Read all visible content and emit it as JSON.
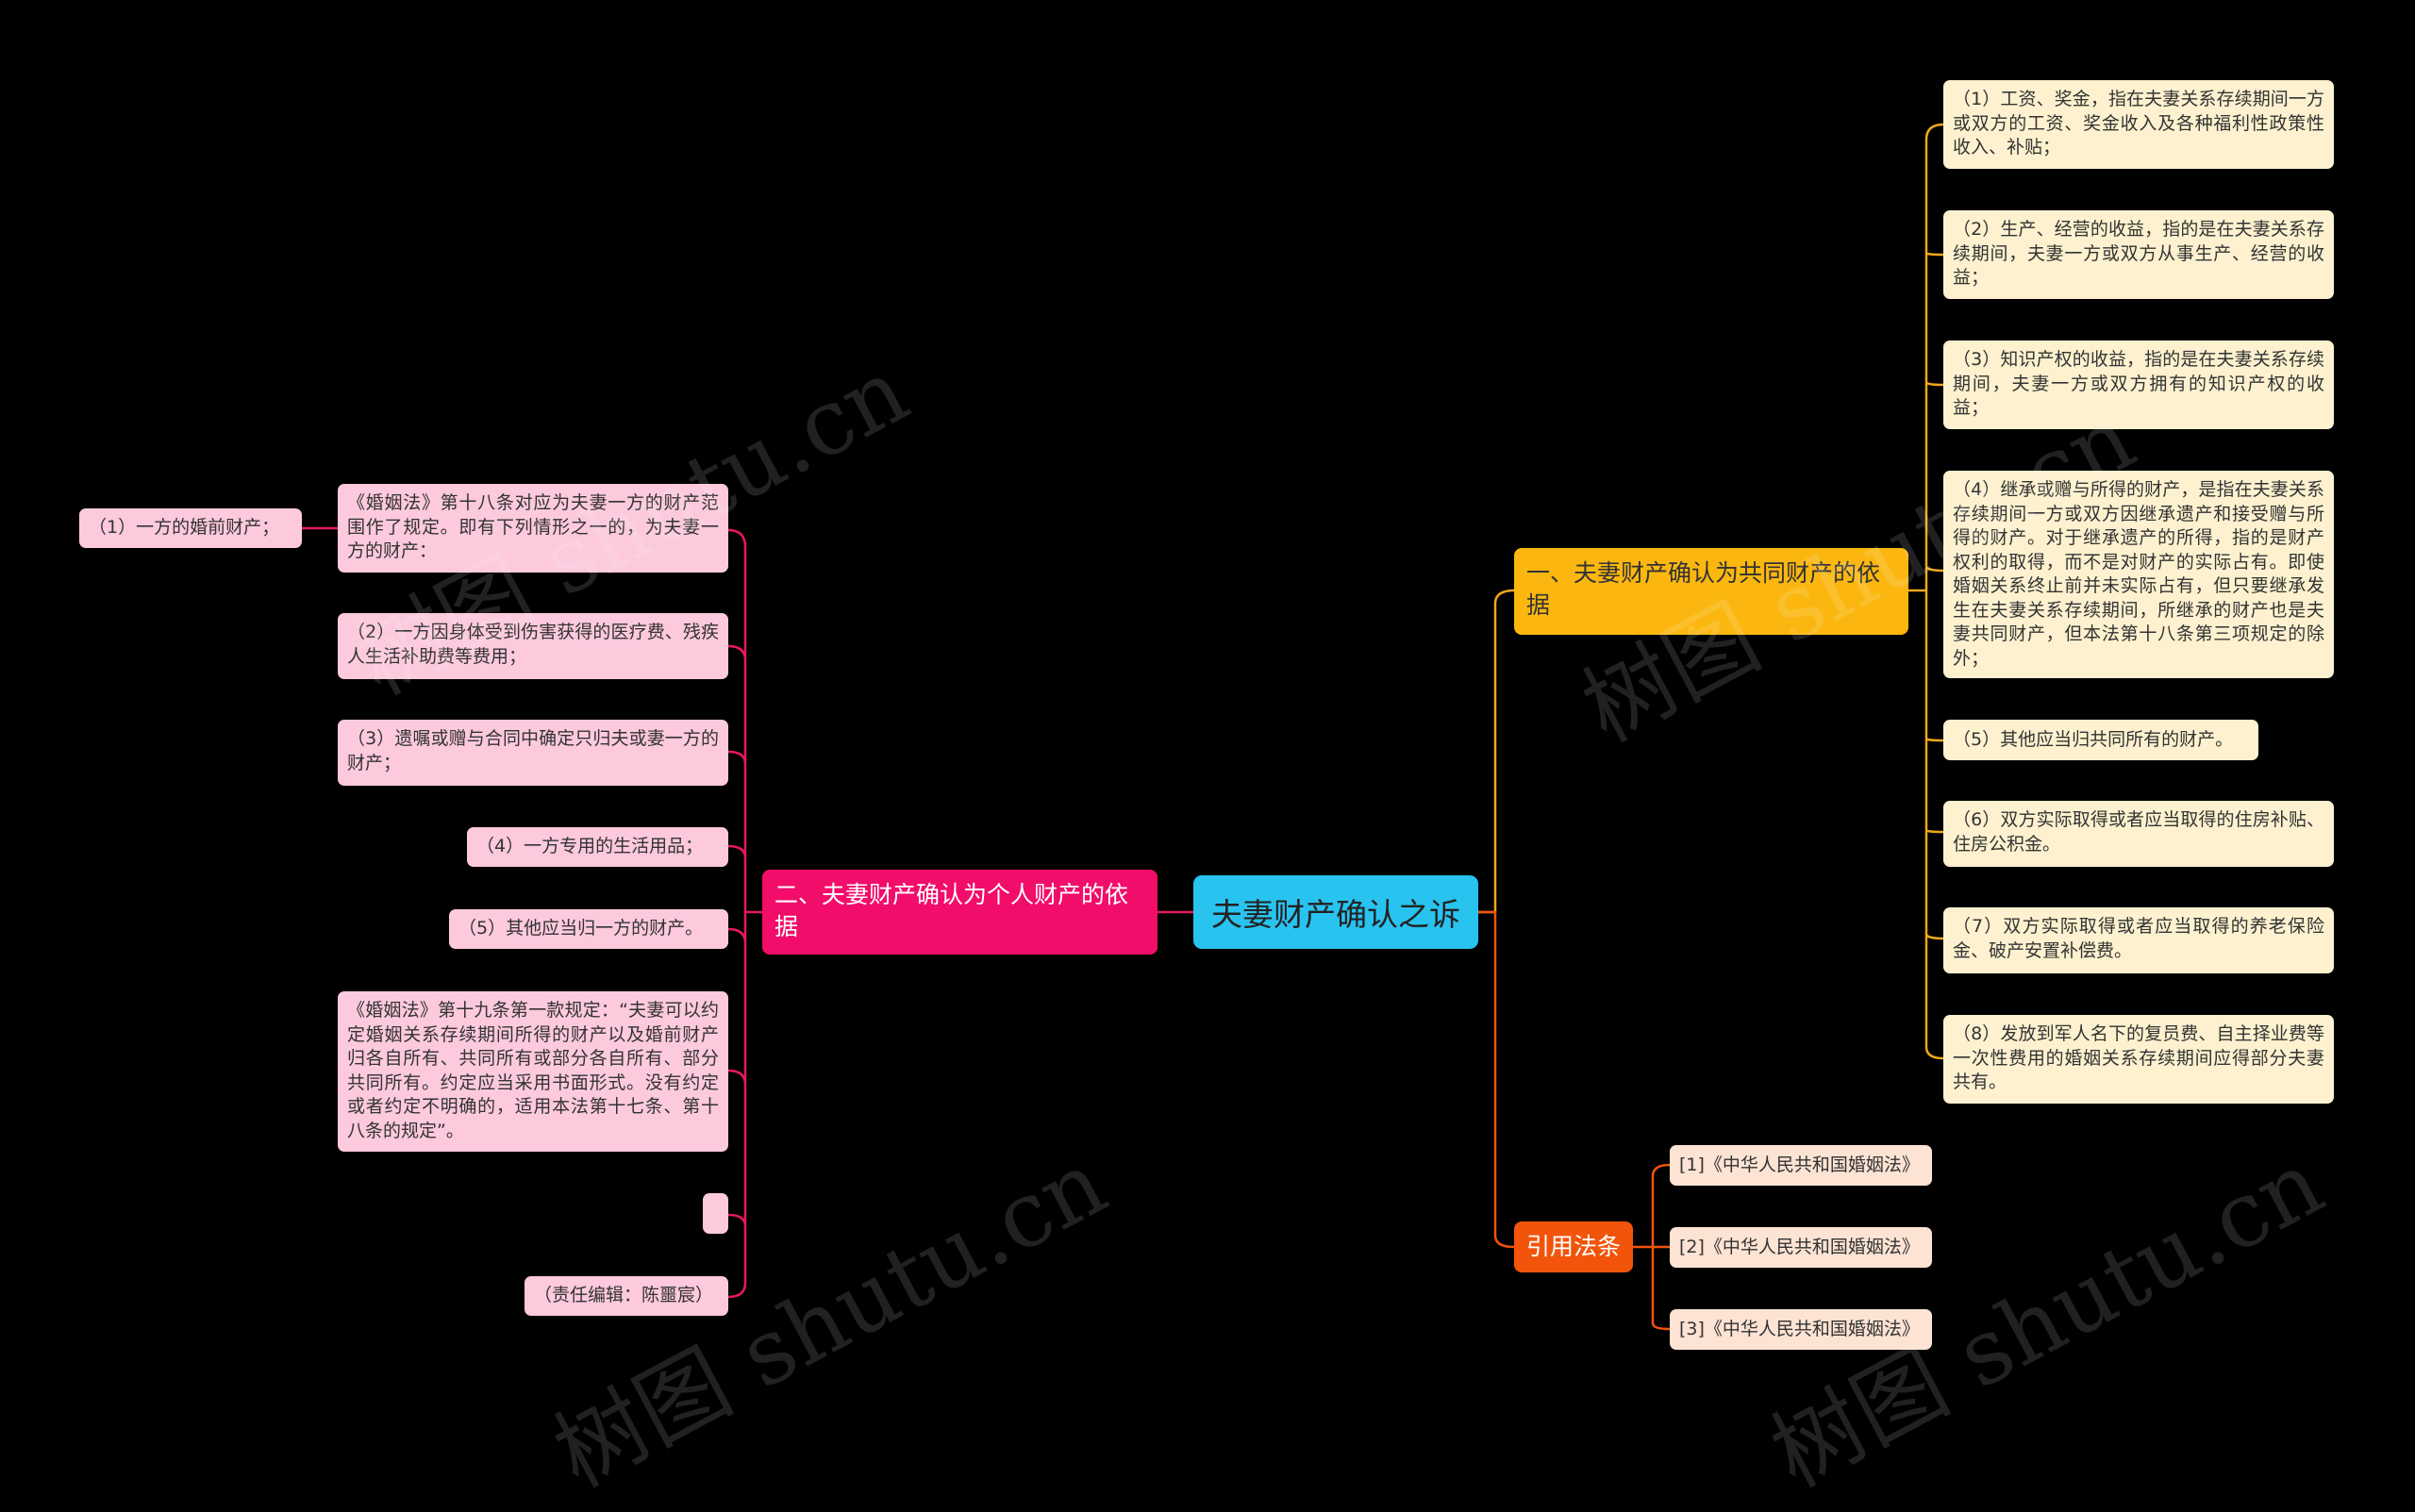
{
  "root": {
    "label": "夫妻财产确认之诉"
  },
  "left_branch": {
    "label": "二、夫妻财产确认为个人财产的依据",
    "items": [
      "《婚姻法》第十八条对应为夫妻一方的财产范围作了规定。即有下列情形之一的，为夫妻一方的财产：",
      "（2）一方因身体受到伤害获得的医疗费、残疾人生活补助费等费用；",
      "（3）遗嘱或赠与合同中确定只归夫或妻一方的财产；",
      "（4）一方专用的生活用品；",
      "（5）其他应当归一方的财产。",
      "《婚姻法》第十九条第一款规定：“夫妻可以约定婚姻关系存续期间所得的财产以及婚前财产归各自所有、共同所有或部分各自所有、部分共同所有。约定应当采用书面形式。没有约定或者约定不明确的，适用本法第十七条、第十八条的规定”。",
      "",
      "（责任编辑：陈噩宸）"
    ],
    "sub_item": "（1）一方的婚前财产；"
  },
  "right_branch": {
    "label": "一、夫妻财产确认为共同财产的依据",
    "items": [
      "（1）工资、奖金，指在夫妻关系存续期间一方或双方的工资、奖金收入及各种福利性政策性收入、补贴；",
      "（2）生产、经营的收益，指的是在夫妻关系存续期间，夫妻一方或双方从事生产、经营的收益；",
      "（3）知识产权的收益，指的是在夫妻关系存续期间，夫妻一方或双方拥有的知识产权的收益；",
      "（4）继承或赠与所得的财产，是指在夫妻关系存续期间一方或双方因继承遗产和接受赠与所得的财产。对于继承遗产的所得，指的是财产权利的取得，而不是对财产的实际占有。即使婚姻关系终止前并未实际占有，但只要继承发生在夫妻关系存续期间，所继承的财产也是夫妻共同财产，但本法第十八条第三项规定的除外；",
      "（5）其他应当归共同所有的财产。",
      "（6）双方实际取得或者应当取得的住房补贴、住房公积金。",
      "（7）双方实际取得或者应当取得的养老保险金、破产安置补偿费。",
      "（8）发放到军人名下的复员费、自主择业费等一次性费用的婚姻关系存续期间应得部分夫妻共有。"
    ]
  },
  "law_branch": {
    "label": "引用法条",
    "items": [
      "[1]《中华人民共和国婚姻法》",
      "[2]《中华人民共和国婚姻法》",
      "[3]《中华人民共和国婚姻法》"
    ]
  },
  "colors": {
    "background": "#000000",
    "root": "#29c3f0",
    "left_branch": "#f20d6b",
    "right_branch": "#fbb710",
    "law_branch": "#f2540b",
    "left_leaf": "#fcc9dd",
    "right_leaf": "#fdf1cf",
    "law_leaf": "#fce3d3",
    "left_link": "#e8175f",
    "right_link": "#f0a81a",
    "law_link": "#f2540b"
  },
  "watermark": "树图 shutu.cn"
}
